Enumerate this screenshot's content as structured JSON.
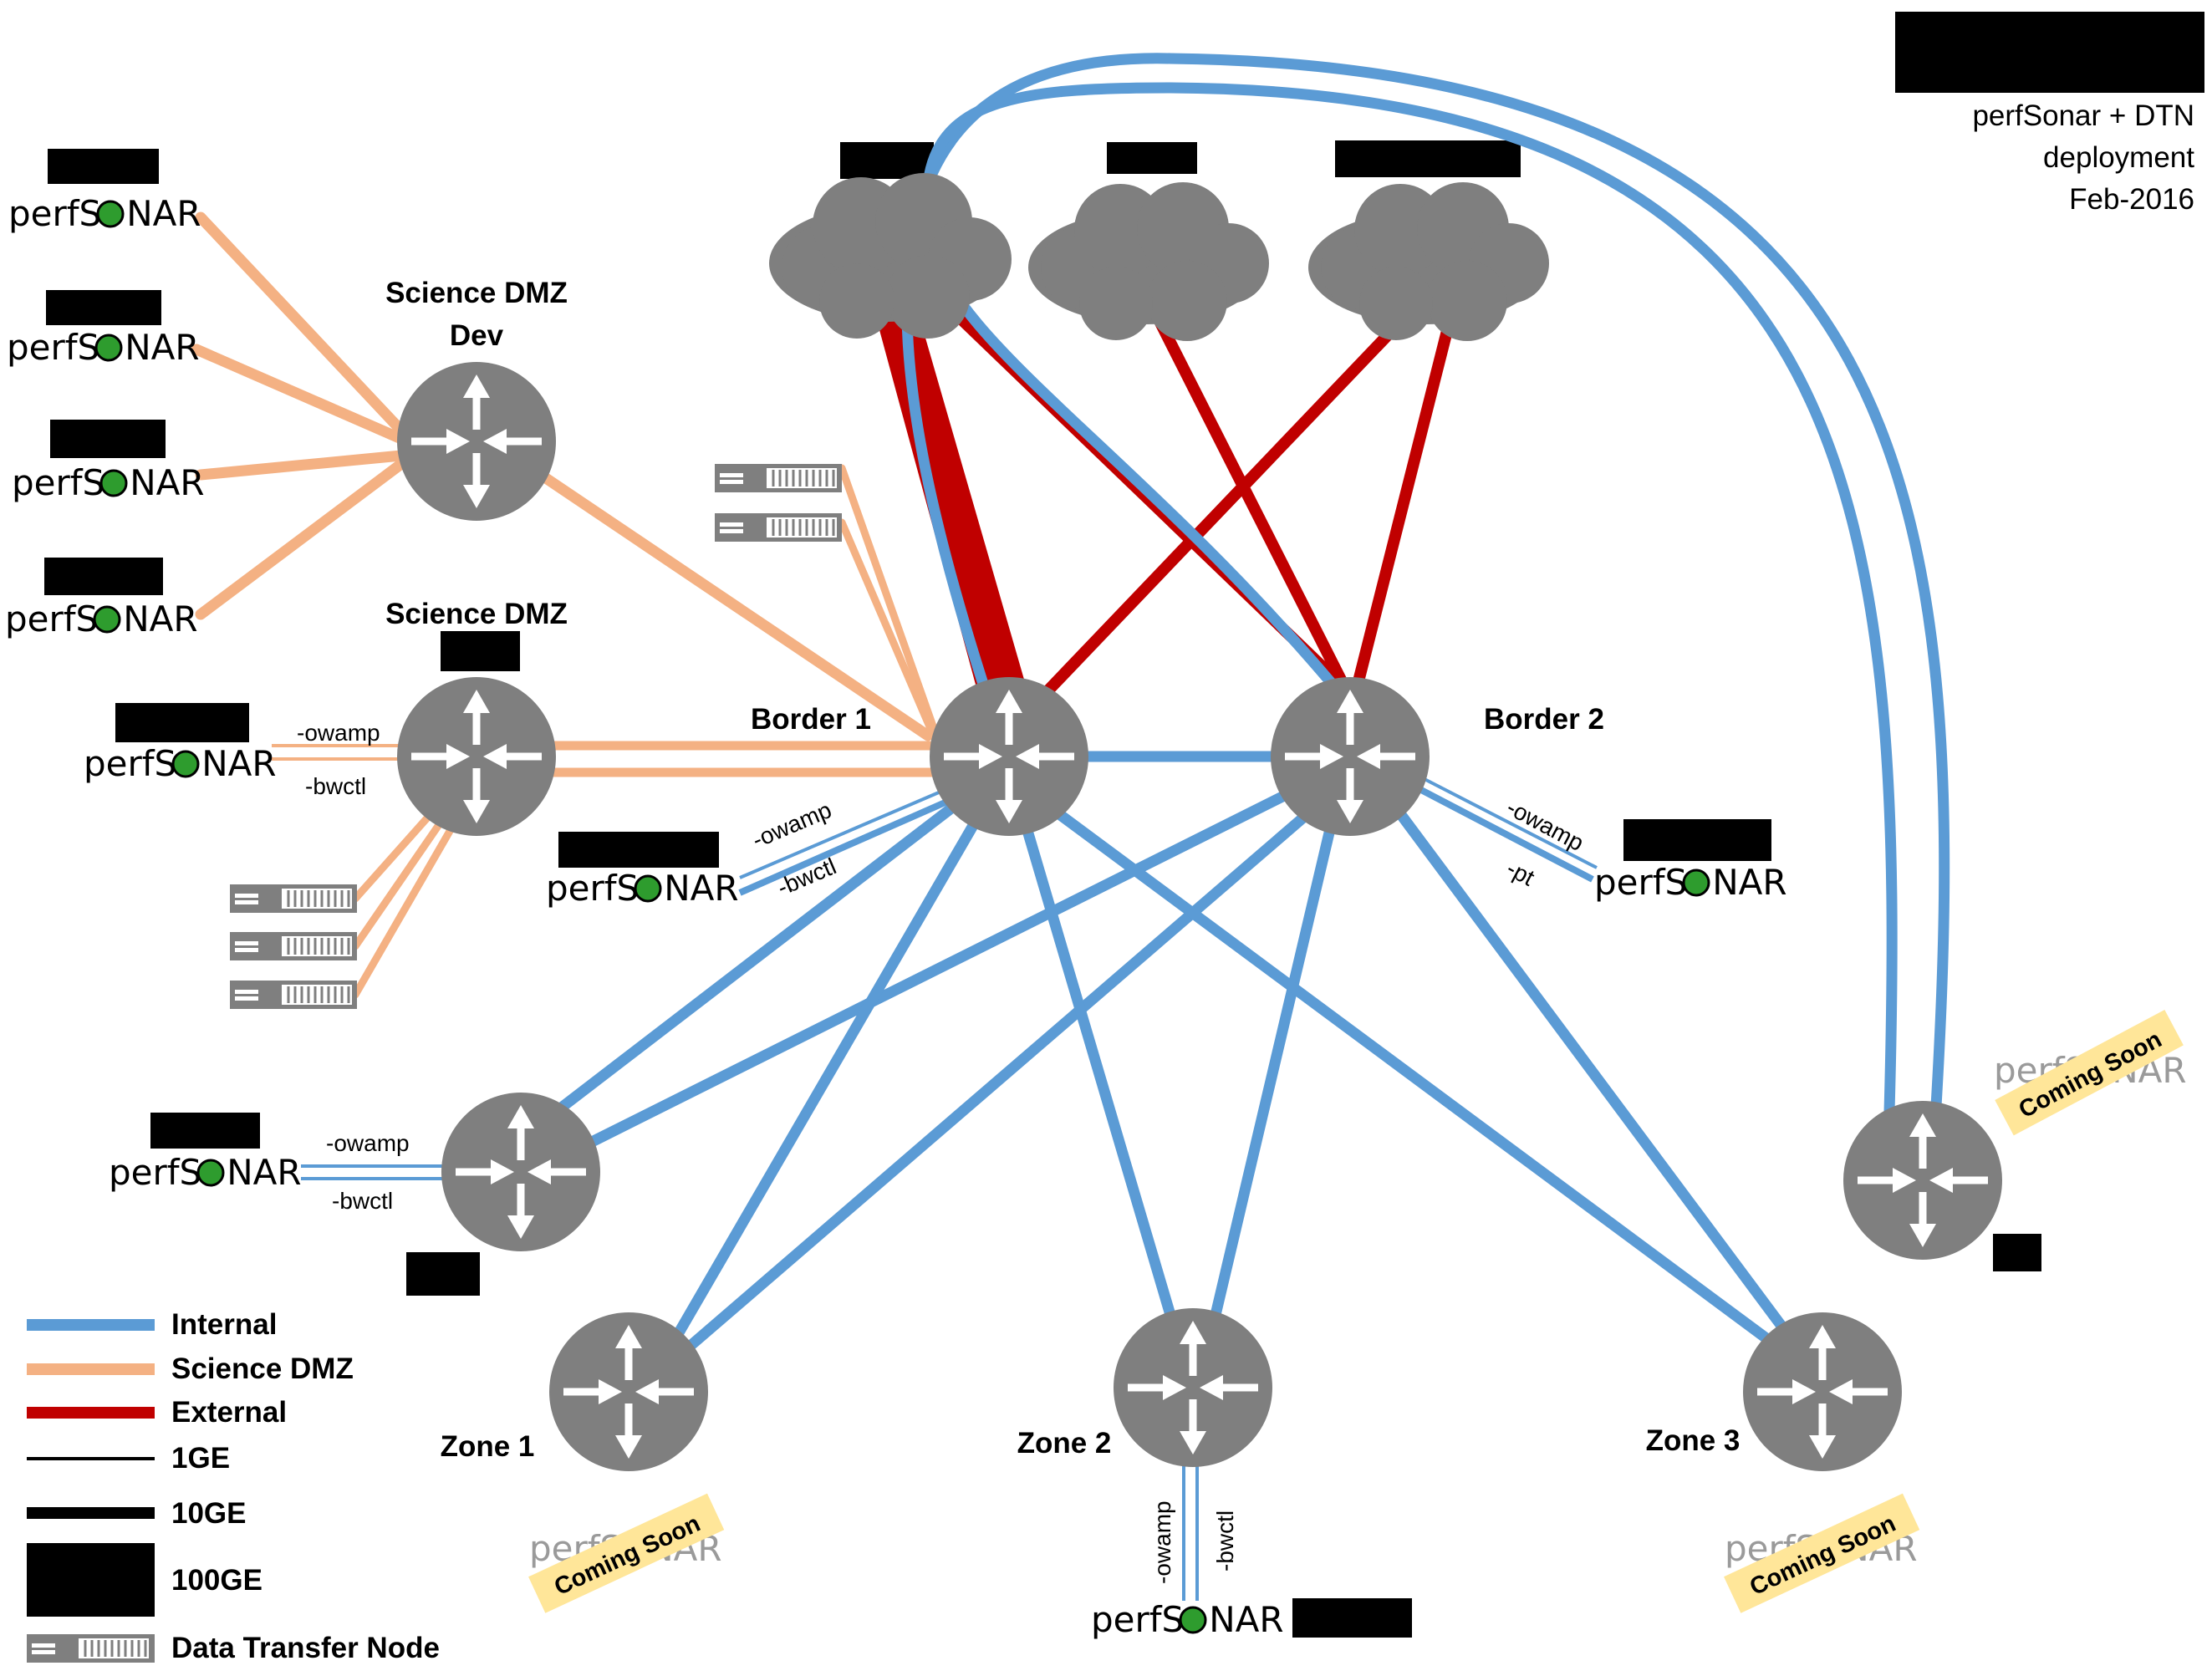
{
  "header": {
    "line1": "perfSonar + DTN",
    "line2": "deployment",
    "line3": "Feb-2016"
  },
  "nodes": {
    "sci_dmz_dev": {
      "label_line1": "Science DMZ",
      "label_line2": "Dev"
    },
    "sci_dmz": {
      "label": "Science DMZ"
    },
    "border1": {
      "label": "Border 1"
    },
    "border2": {
      "label": "Border 2"
    },
    "zone1": {
      "label": "Zone 1"
    },
    "zone2": {
      "label": "Zone 2"
    },
    "zone3": {
      "label": "Zone 3"
    }
  },
  "perfsonar": {
    "prefix": "perfS",
    "suffix": "NAR",
    "coming_soon": "Coming Soon"
  },
  "link_labels": {
    "owamp": "-owamp",
    "bwctl": "-bwctl",
    "pt": "-pt"
  },
  "legend": {
    "internal": "Internal",
    "science_dmz": "Science DMZ",
    "external": "External",
    "ge1": "1GE",
    "ge10": "10GE",
    "ge100": "100GE",
    "dtn": "Data Transfer Node"
  },
  "colors": {
    "internal": "#5b9bd5",
    "science_dmz": "#f4b183",
    "external": "#c00000",
    "router": "#7f7f7f",
    "cloud": "#7f7f7f",
    "coming_soon_bg": "#ffe699",
    "perfsonar_dot": "#2e9c2e"
  }
}
